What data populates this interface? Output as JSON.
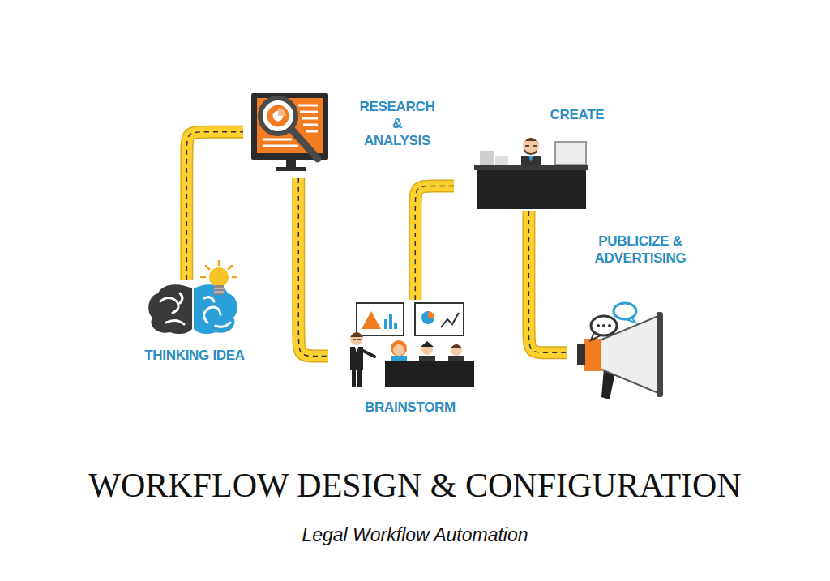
{
  "diagram": {
    "title": "WORKFLOW DESIGN & CONFIGURATION",
    "caption": "Legal Workflow Automation",
    "nodes": [
      {
        "text": [
          "THINKING IDEA"
        ]
      },
      {
        "text": [
          "RESEARCH & ANALYSIS"
        ]
      },
      {
        "text": [
          "BRAINSTORM"
        ]
      },
      {
        "text": [
          "CREATE"
        ]
      },
      {
        "text": [
          "PUBLICIZE & ADVERTISING"
        ]
      }
    ],
    "edges": [
      {
        "from": 0,
        "to": 1,
        "arrow": "none"
      },
      {
        "from": 1,
        "to": 2,
        "arrow": "none"
      },
      {
        "from": 2,
        "to": 3,
        "arrow": "none"
      },
      {
        "from": 3,
        "to": 4,
        "arrow": "none"
      }
    ]
  }
}
